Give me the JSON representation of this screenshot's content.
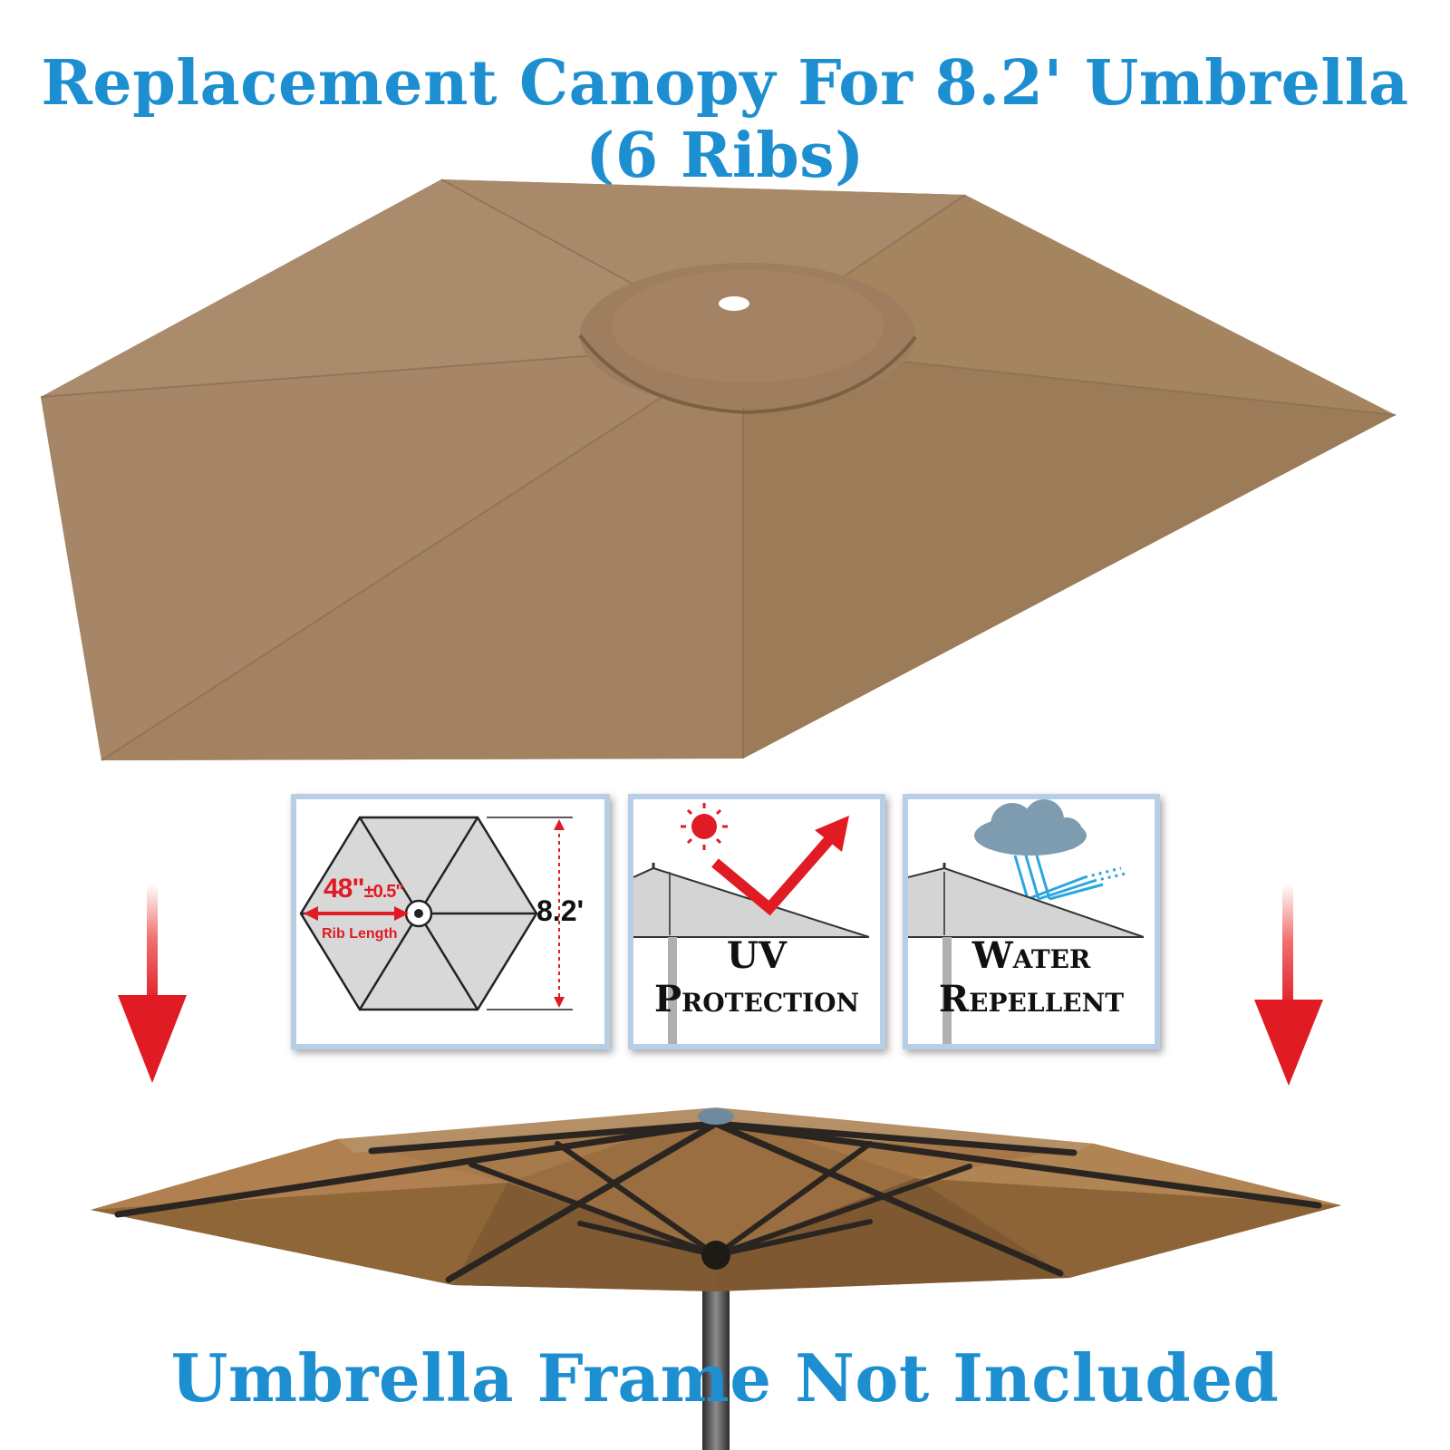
{
  "title": "Replacement Canopy For 8.2' Umbrella (6 Ribs)",
  "footer": "Umbrella Frame Not Included",
  "colors": {
    "headline": "#1d8fd1",
    "canopy": "#a08060",
    "canopy_dark": "#8c6a48",
    "arrow_red": "#e01b24",
    "card_border": "#b6cfe4"
  },
  "cards": {
    "size": {
      "rib_length": "48\"",
      "tolerance": "±0.5\"",
      "rib_label": "Rib Length",
      "diameter": "8.2'"
    },
    "uv": {
      "label_line1": "UV",
      "label_line2": "Protection",
      "icon": "sun-icon"
    },
    "water": {
      "label_line1": "Water",
      "label_line2": "Repellent",
      "icon": "rain-cloud-icon"
    }
  }
}
